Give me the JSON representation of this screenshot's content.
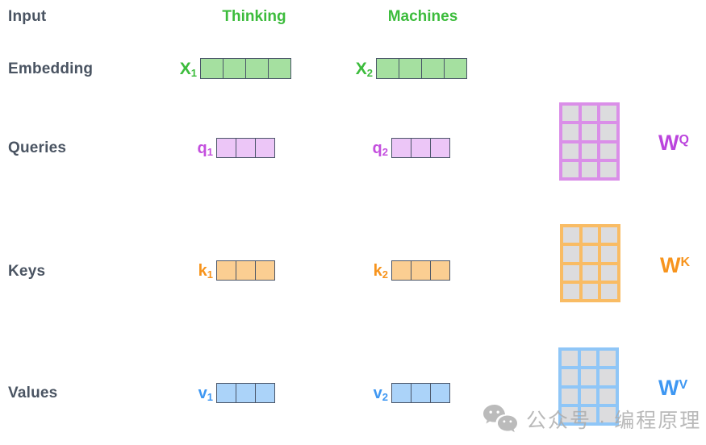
{
  "colors": {
    "label_text": "#4a5462",
    "word_green": "#3cbc3c",
    "embed_fill": "#a5e0a0",
    "cell_border": "#4a5568",
    "query_label": "#c44fde",
    "query_fill": "#ecc6f7",
    "key_label": "#f7941d",
    "key_fill": "#fbce92",
    "value_label": "#3e97f2",
    "value_fill": "#abd3f9",
    "wq_border": "#da8fe8",
    "wk_border": "#f9bc64",
    "wv_border": "#8fc6f7",
    "wq_label": "#bb44dd",
    "wk_label": "#f7941d",
    "wv_label": "#3e97f2",
    "matrix_cell_fill": "#dcdcde",
    "watermark_gray": "#adadad"
  },
  "row_labels": {
    "input": "Input",
    "embedding": "Embedding",
    "queries": "Queries",
    "keys": "Keys",
    "values": "Values"
  },
  "words": [
    {
      "text": "Thinking"
    },
    {
      "text": "Machines"
    }
  ],
  "vectors": {
    "x1": {
      "symbol": "X",
      "sub": "1",
      "cells": 4
    },
    "x2": {
      "symbol": "X",
      "sub": "2",
      "cells": 4
    },
    "q1": {
      "symbol": "q",
      "sub": "1",
      "cells": 3
    },
    "q2": {
      "symbol": "q",
      "sub": "2",
      "cells": 3
    },
    "k1": {
      "symbol": "k",
      "sub": "1",
      "cells": 3
    },
    "k2": {
      "symbol": "k",
      "sub": "2",
      "cells": 3
    },
    "v1": {
      "symbol": "v",
      "sub": "1",
      "cells": 3
    },
    "v2": {
      "symbol": "v",
      "sub": "2",
      "cells": 3
    }
  },
  "weight_matrices": {
    "rows": 4,
    "cols": 3,
    "wq": {
      "base": "W",
      "sup": "Q"
    },
    "wk": {
      "base": "W",
      "sup": "K"
    },
    "wv": {
      "base": "W",
      "sup": "V"
    }
  },
  "watermark": {
    "icon": "wechat-icon",
    "text": "公众号 · 编程原理"
  }
}
